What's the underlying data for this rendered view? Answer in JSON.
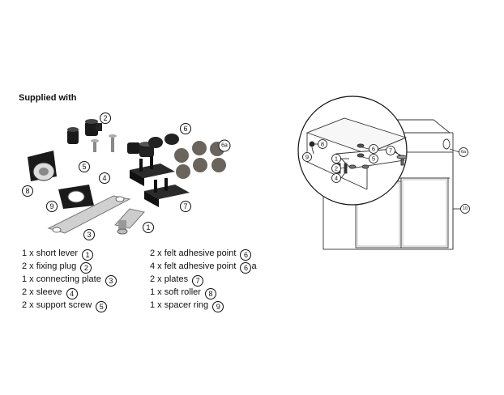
{
  "header": {
    "title": "Supplied with"
  },
  "parts_left": [
    {
      "qty": "1 x short lever",
      "num": "1"
    },
    {
      "qty": "2 x fixing plug",
      "num": "2"
    },
    {
      "qty": "1 x connecting plate",
      "num": "3"
    },
    {
      "qty": "2 x sleeve",
      "num": "4"
    },
    {
      "qty": "2 x support screw",
      "num": "5"
    }
  ],
  "parts_right": [
    {
      "qty": "2 x felt adhesive point",
      "num": "6",
      "suffix": ""
    },
    {
      "qty": "4 x felt adhesive point",
      "num": "6",
      "suffix": "a"
    },
    {
      "qty": "2 x plates",
      "num": "7",
      "suffix": ""
    },
    {
      "qty": "1 x soft roller",
      "num": "8",
      "suffix": ""
    },
    {
      "qty": "1 x spacer ring",
      "num": "9",
      "suffix": ""
    }
  ],
  "figure_labels": {
    "l1": "1",
    "l2": "2",
    "l3": "3",
    "l4": "4",
    "l5": "5",
    "l6": "6",
    "l6a": "6a",
    "l7": "7",
    "l8": "8",
    "l9": "9"
  },
  "diagram_labels": {
    "d1": "1",
    "d2": "2",
    "d4": "4",
    "d5": "5",
    "d6": "6",
    "d7": "7",
    "d8": "8",
    "d9": "9",
    "d6a": "6a",
    "d10": "10"
  }
}
